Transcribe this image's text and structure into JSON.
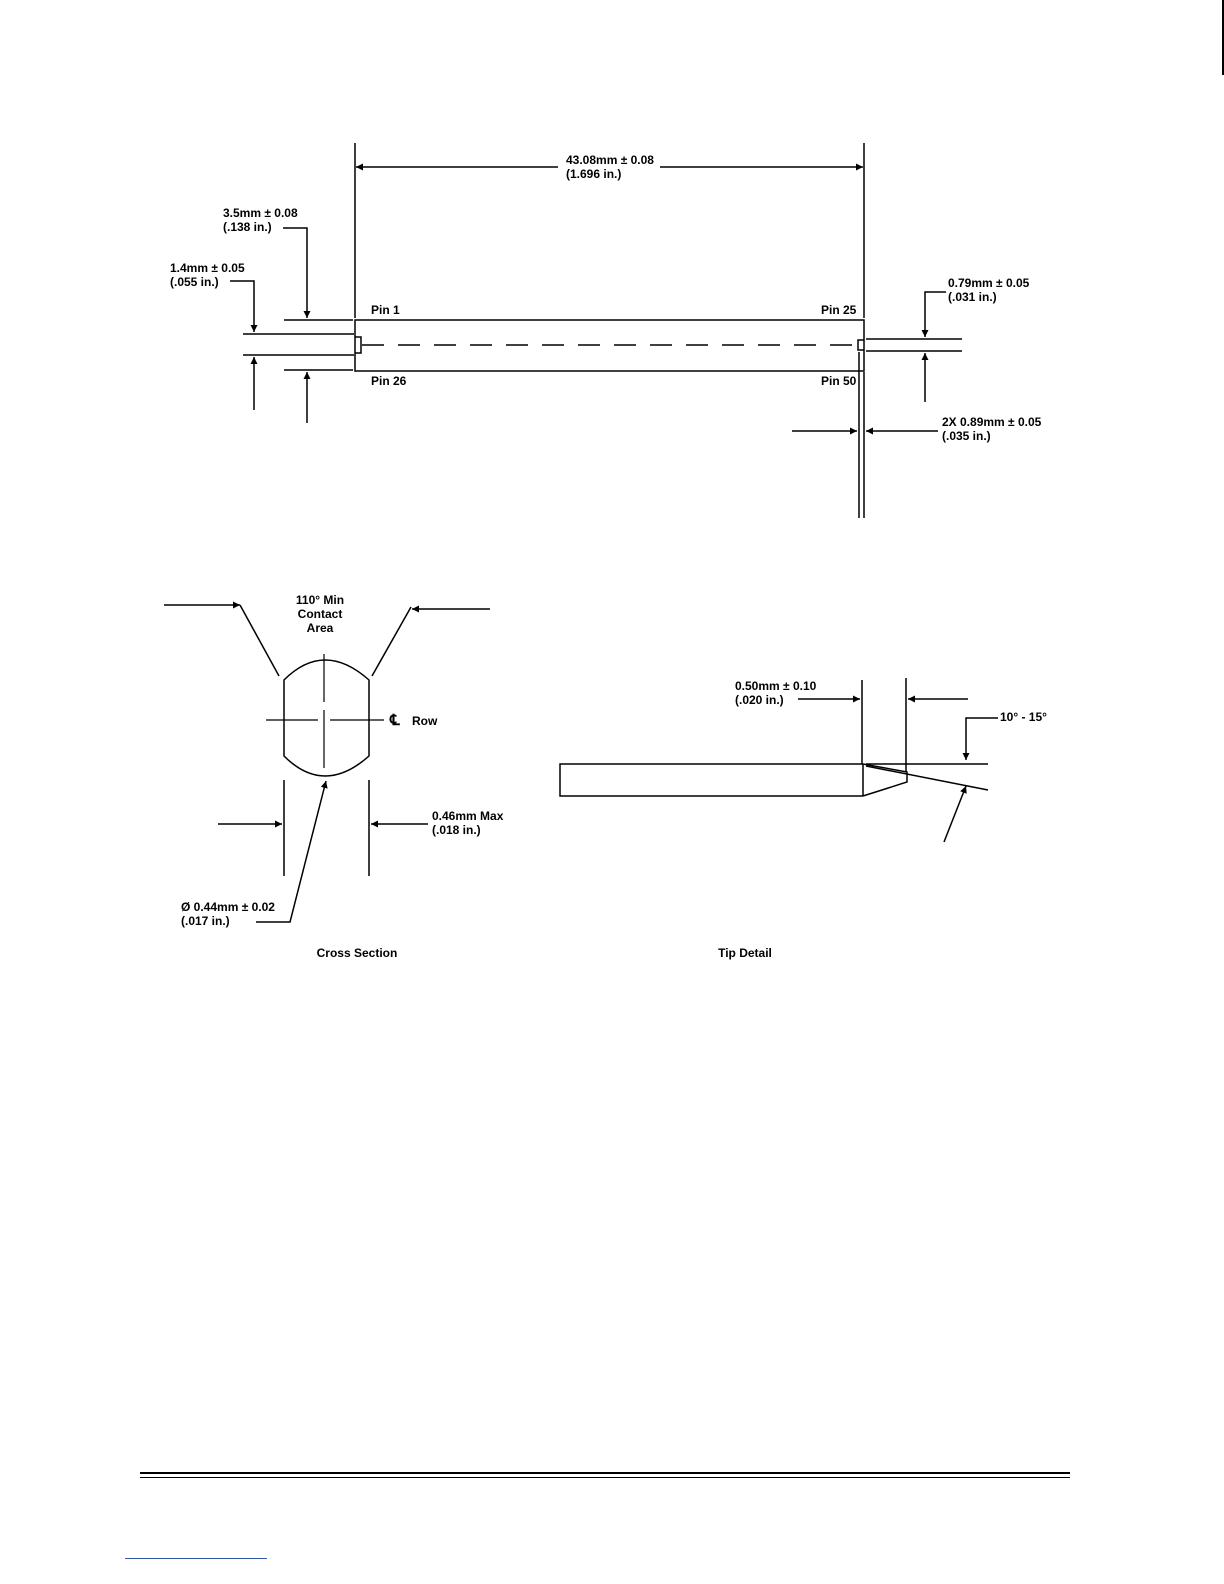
{
  "top_view": {
    "overall_length": {
      "metric": "43.08mm ± 0.08",
      "imperial": "(1.696 in.)"
    },
    "offset": {
      "metric": "3.5mm ± 0.08",
      "imperial": "(.138 in.)"
    },
    "row_spacing": {
      "metric": "1.4mm ± 0.05",
      "imperial": "(.055 in.)"
    },
    "right_height": {
      "metric": "0.79mm ± 0.05",
      "imperial": "(.031 in.)"
    },
    "right_width": {
      "metric": "2X 0.89mm ± 0.05",
      "imperial": "(.035 in.)"
    },
    "pins": {
      "pin1": "Pin 1",
      "pin25": "Pin 25",
      "pin26": "Pin 26",
      "pin50": "Pin 50"
    }
  },
  "cross_section": {
    "caption": "Cross Section",
    "contact_area": [
      "110° Min",
      "Contact",
      "Area"
    ],
    "centerline": {
      "symbol": "℄",
      "label": "Row"
    },
    "width": {
      "metric": "0.46mm Max",
      "imperial": "(.018 in.)"
    },
    "diameter": {
      "metric": "Ø 0.44mm ± 0.02",
      "imperial": "(.017 in.)"
    }
  },
  "tip_detail": {
    "caption": "Tip Detail",
    "chamfer_length": {
      "metric": "0.50mm ± 0.10",
      "imperial": "(.020 in.)"
    },
    "angle": "10° - 15°"
  }
}
